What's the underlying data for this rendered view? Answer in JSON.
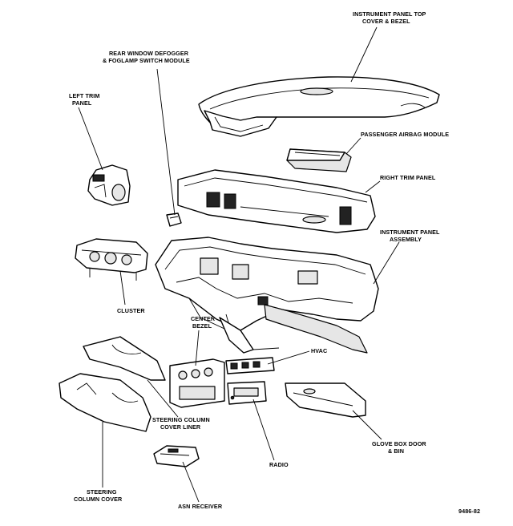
{
  "figure_id": "9486-82",
  "labels": {
    "top_cover": [
      "INSTRUMENT PANEL TOP",
      "COVER & BEZEL"
    ],
    "defogger": [
      "REAR WINDOW DEFOGGER",
      "& FOGLAMP SWITCH MODULE"
    ],
    "left_trim": [
      "LEFT TRIM",
      "PANEL"
    ],
    "airbag": [
      "PASSENGER AIRBAG MODULE"
    ],
    "right_trim": [
      "RIGHT TRIM PANEL"
    ],
    "ip_assembly": [
      "INSTRUMENT PANEL",
      "ASSEMBLY"
    ],
    "cluster": [
      "CLUSTER"
    ],
    "center_bezel": [
      "CENTER",
      "BEZEL"
    ],
    "hvac": [
      "HVAC"
    ],
    "column_liner": [
      "STEERING COLUMN",
      "COVER LINER"
    ],
    "glove_box": [
      "GLOVE BOX DOOR",
      "& BIN"
    ],
    "radio": [
      "RADIO"
    ],
    "column_cover": [
      "STEERING",
      "COLUMN COVER"
    ],
    "asn_receiver": [
      "ASN RECEIVER"
    ]
  }
}
